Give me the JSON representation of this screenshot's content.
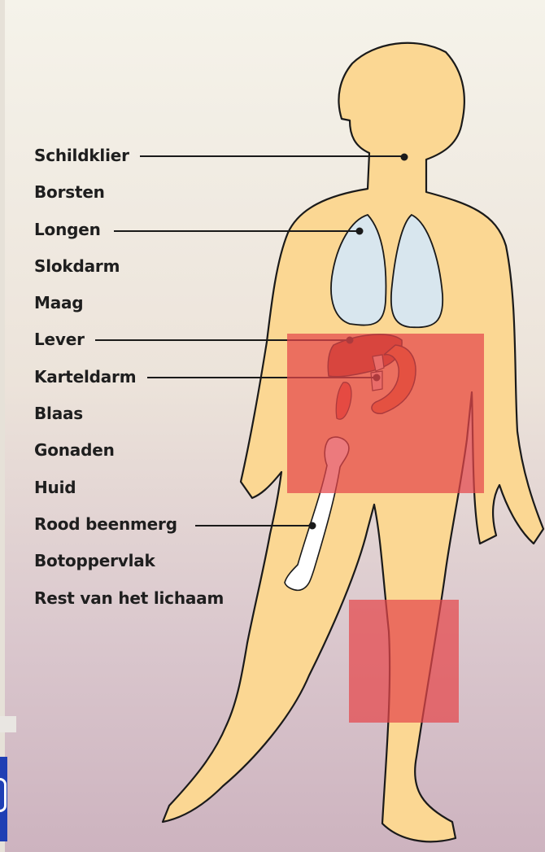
{
  "labels": [
    "Schildklier",
    "Borsten",
    "Longen",
    "Slokdarm",
    "Maag",
    "Lever",
    "Karteldarm",
    "Blaas",
    "Gonaden",
    "Huid",
    "Rood beenmerg",
    "Botoppervlak",
    "Rest van het lichaam"
  ],
  "colors": {
    "body": "#fbd793",
    "outline": "#1a1a1a",
    "lungs": "#d8e6ee",
    "liver": "#b8431d",
    "colon": "#e06b2a",
    "stomach": "#e4542c",
    "bone": "#ffffff",
    "highlight": "#e4474b"
  }
}
